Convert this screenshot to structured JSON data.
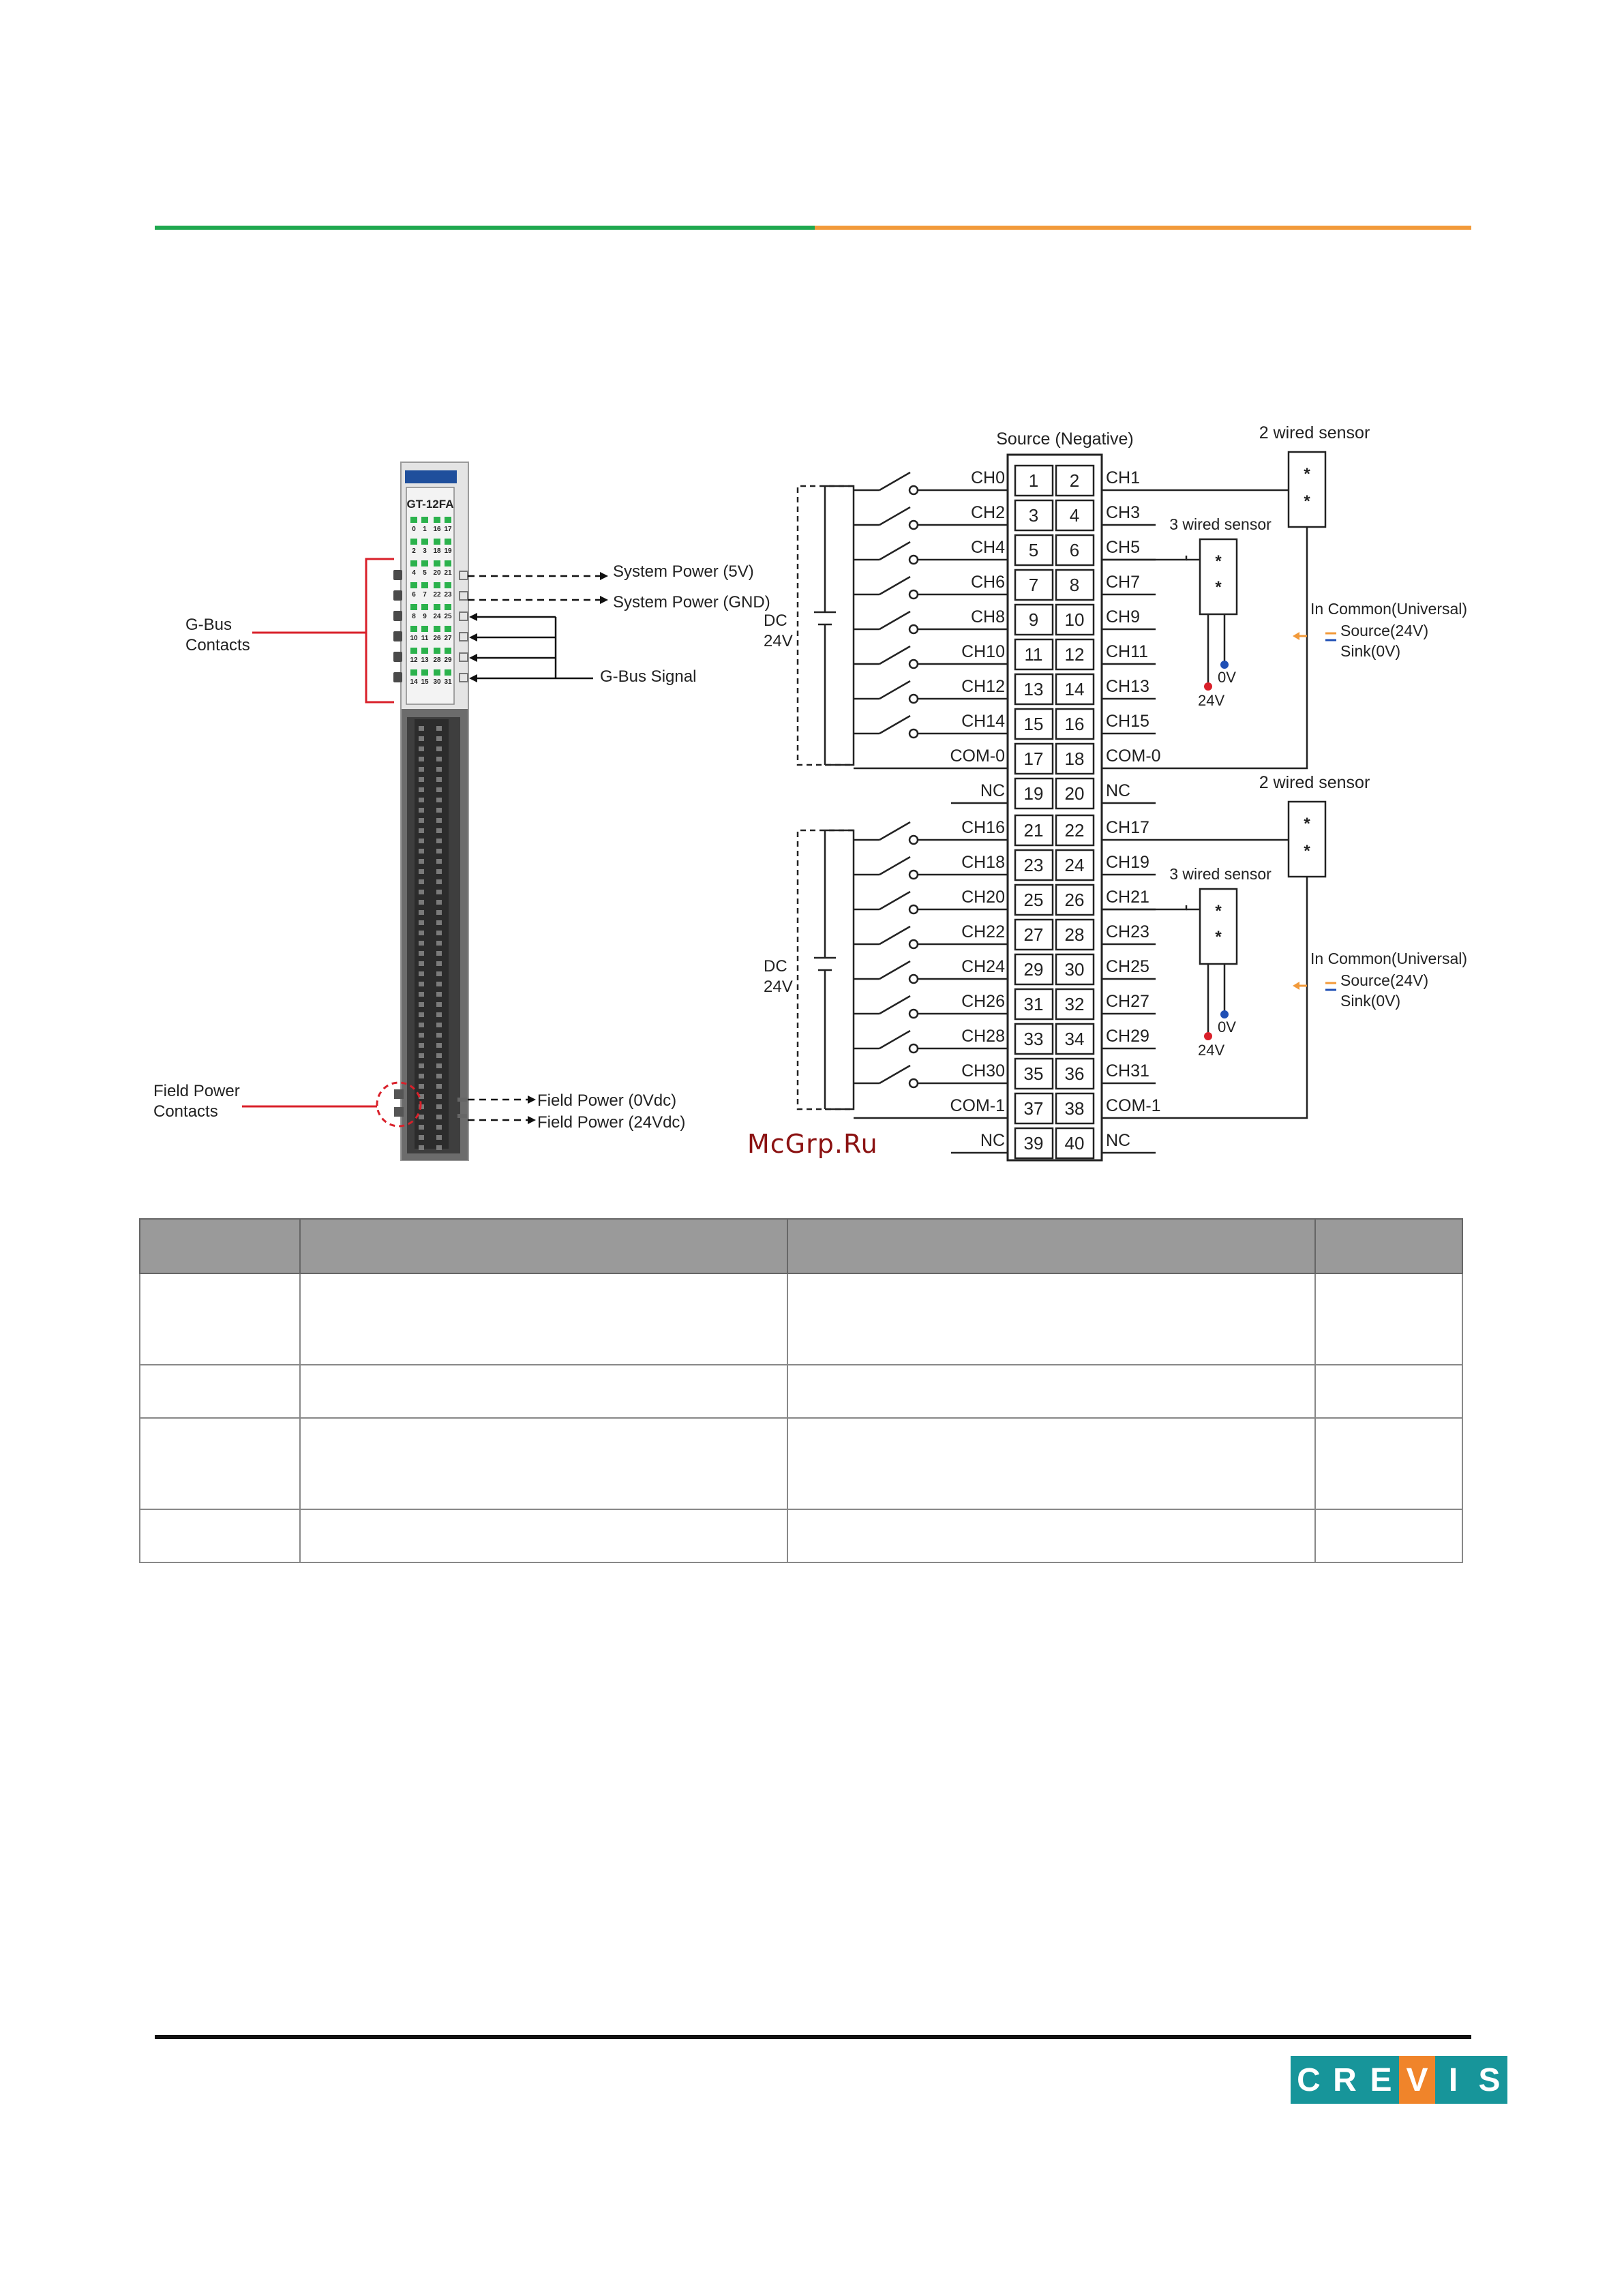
{
  "module": {
    "name": "GT-12FA",
    "led_numbers": [
      "0",
      "1",
      "16",
      "17",
      "2",
      "3",
      "18",
      "19",
      "4",
      "5",
      "20",
      "21",
      "6",
      "7",
      "22",
      "23",
      "8",
      "9",
      "24",
      "25",
      "10",
      "11",
      "26",
      "27",
      "12",
      "13",
      "28",
      "29",
      "14",
      "15",
      "30",
      "31"
    ]
  },
  "callouts": {
    "gbus_contacts": [
      "G-Bus",
      "Contacts"
    ],
    "field_power_contacts": [
      "Field Power",
      "Contacts"
    ],
    "system_power_5v": "System Power (5V)",
    "system_power_gnd": "System Power (GND)",
    "gbus_signal": "G-Bus Signal",
    "field_power_0v": "Field Power (0Vdc)",
    "field_power_24v": "Field Power (24Vdc)"
  },
  "wiring": {
    "title": "Source (Negative)",
    "dc_label": [
      "DC",
      "24V"
    ],
    "left_labels_top": [
      "CH0",
      "CH2",
      "CH4",
      "CH6",
      "CH8",
      "CH10",
      "CH12",
      "CH14",
      "COM-0",
      "NC"
    ],
    "right_labels_top": [
      "CH1",
      "CH3",
      "CH5",
      "CH7",
      "CH9",
      "CH11",
      "CH13",
      "CH15",
      "COM-0",
      "NC"
    ],
    "left_labels_bottom": [
      "CH16",
      "CH18",
      "CH20",
      "CH22",
      "CH24",
      "CH26",
      "CH28",
      "CH30",
      "COM-1",
      "NC"
    ],
    "right_labels_bottom": [
      "CH17",
      "CH19",
      "CH21",
      "CH23",
      "CH25",
      "CH27",
      "CH29",
      "CH31",
      "COM-1",
      "NC"
    ],
    "terminals": [
      "1",
      "2",
      "3",
      "4",
      "5",
      "6",
      "7",
      "8",
      "9",
      "10",
      "11",
      "12",
      "13",
      "14",
      "15",
      "16",
      "17",
      "18",
      "19",
      "20",
      "21",
      "22",
      "23",
      "24",
      "25",
      "26",
      "27",
      "28",
      "29",
      "30",
      "31",
      "32",
      "33",
      "34",
      "35",
      "36",
      "37",
      "38",
      "39",
      "40"
    ],
    "two_wired_sensor": "2 wired sensor",
    "three_wired_sensor": "3 wired sensor",
    "in_common": "In Common(Universal)",
    "source_24v": "Source(24V)",
    "sink_0v": "Sink(0V)",
    "v0": "0V",
    "v24": "24V",
    "sensor_mark": "*"
  },
  "watermark": "McGrp.Ru",
  "logo": {
    "letters": [
      "C",
      "R",
      "E",
      "V",
      "I",
      "S"
    ],
    "colors": [
      "#17959a",
      "#17959a",
      "#17959a",
      "#f0842a",
      "#17959a",
      "#17959a"
    ]
  },
  "colors": {
    "green_rule": "#1fa84f",
    "orange_rule": "#f29a3a",
    "callout_line": "#d9202a",
    "table_header": "#9a9a9a"
  }
}
